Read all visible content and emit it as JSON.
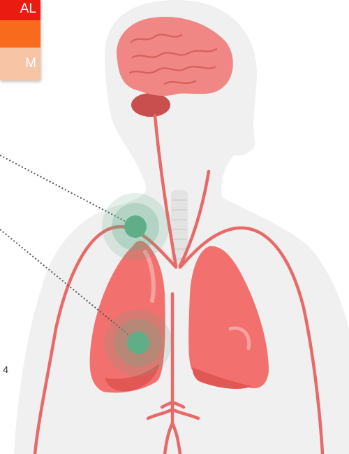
{
  "legend": {
    "items": [
      {
        "label": "AL",
        "color": "#ea1b10"
      },
      {
        "label": "",
        "color": "#f96b1c"
      },
      {
        "label": "M",
        "color": "#f7c4a6"
      }
    ]
  },
  "side_number": "4",
  "hotspots": [
    {
      "name": "throat-hotspot"
    },
    {
      "name": "lung-hotspot"
    }
  ],
  "colors": {
    "silhouette": "#f0f0f0",
    "vessel": "#e86a68",
    "brain": "#f08784",
    "cerebellum": "#c84f4d",
    "lung": "#f2706d",
    "hotspot": "#5fae87"
  }
}
